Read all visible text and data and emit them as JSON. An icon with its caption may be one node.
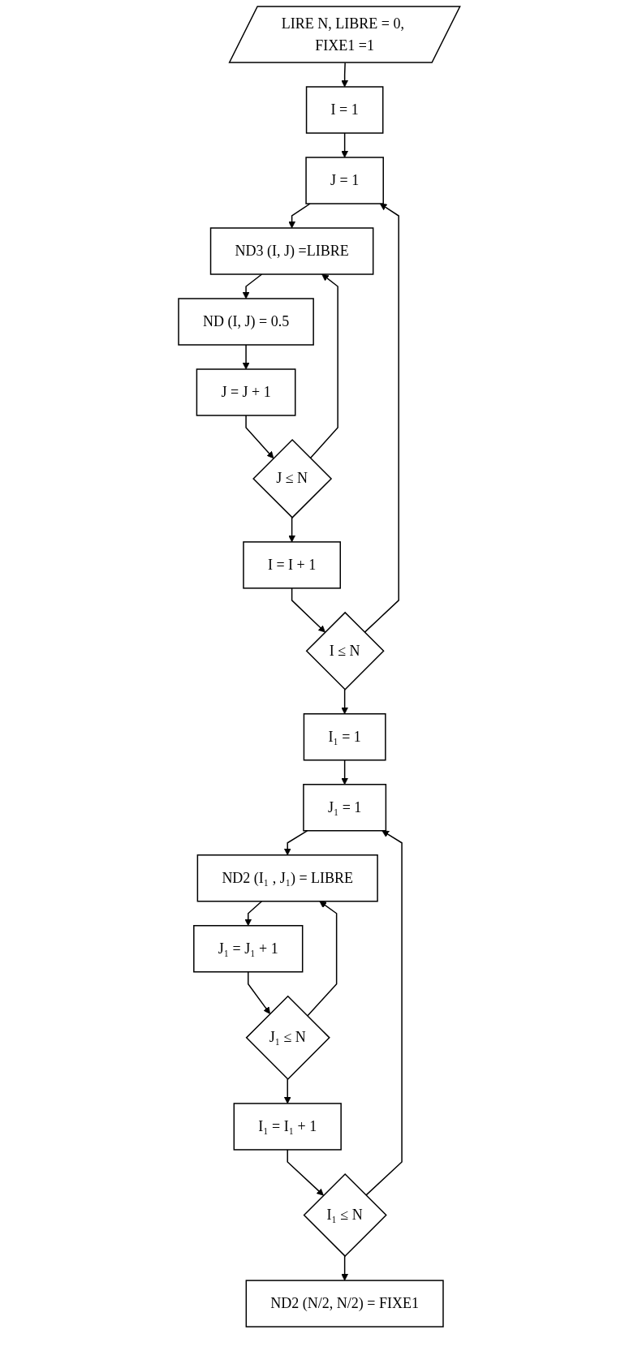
{
  "diagram": {
    "nodes": [
      {
        "text": [
          "LIRE N, LIBRE = 0, FIXE1 =1"
        ]
      },
      {
        "text": [
          "I = 1"
        ]
      },
      {
        "text": [
          "J = 1"
        ]
      },
      {
        "text": [
          "ND3 (I, J) =LIBRE"
        ]
      },
      {
        "text": [
          "ND (I, J) = 0.5"
        ]
      },
      {
        "text": [
          "J = J + 1"
        ]
      },
      {
        "text": [
          "J ≤ N"
        ]
      },
      {
        "text": [
          "I = I + 1"
        ]
      },
      {
        "text": [
          "I ≤ N"
        ]
      },
      {
        "text": [
          "I₁ = 1"
        ]
      },
      {
        "text": [
          "J₁ = 1"
        ]
      },
      {
        "text": [
          "ND2 (I₁ , J₁) = LIBRE"
        ]
      },
      {
        "text": [
          "J₁ = J₁ + 1"
        ]
      },
      {
        "text": [
          "J₁ ≤ N"
        ]
      },
      {
        "text": [
          "I₁ = I₁ + 1"
        ]
      },
      {
        "text": [
          "I₁ ≤ N"
        ]
      },
      {
        "text": [
          "ND2 (N/2, N/2) = FIXE1"
        ]
      }
    ],
    "edges": [
      {
        "from": 0,
        "to": 1,
        "arrow": "to"
      },
      {
        "from": 1,
        "to": 2,
        "arrow": "to"
      },
      {
        "from": 2,
        "to": 3,
        "arrow": "to"
      },
      {
        "from": 3,
        "to": 4,
        "arrow": "to"
      },
      {
        "from": 4,
        "to": 5,
        "arrow": "to"
      },
      {
        "from": 5,
        "to": 6,
        "arrow": "to"
      },
      {
        "from": 6,
        "to": 3,
        "arrow": "to"
      },
      {
        "from": 6,
        "to": 7,
        "arrow": "to"
      },
      {
        "from": 7,
        "to": 8,
        "arrow": "to"
      },
      {
        "from": 8,
        "to": 2,
        "arrow": "to"
      },
      {
        "from": 8,
        "to": 9,
        "arrow": "to"
      },
      {
        "from": 9,
        "to": 10,
        "arrow": "to"
      },
      {
        "from": 10,
        "to": 11,
        "arrow": "to"
      },
      {
        "from": 11,
        "to": 12,
        "arrow": "to"
      },
      {
        "from": 12,
        "to": 13,
        "arrow": "to"
      },
      {
        "from": 13,
        "to": 11,
        "arrow": "to"
      },
      {
        "from": 13,
        "to": 14,
        "arrow": "to"
      },
      {
        "from": 14,
        "to": 15,
        "arrow": "to"
      },
      {
        "from": 15,
        "to": 10,
        "arrow": "to"
      },
      {
        "from": 15,
        "to": 16,
        "arrow": "to"
      }
    ]
  }
}
